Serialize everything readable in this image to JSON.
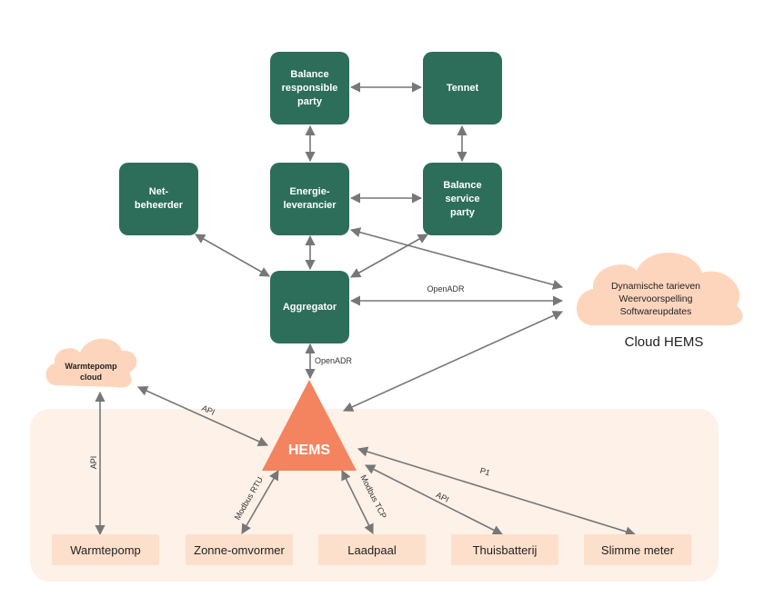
{
  "nodes": {
    "balance_responsible_party": "Balance\nresponsible\nparty",
    "tennet": "Tennet",
    "netbeheerder": "Net-\nbeheerder",
    "energieleverancier": "Energie-\nleverancier",
    "balance_service_party": "Balance\nservice\nparty",
    "aggregator": "Aggregator",
    "hems": "HEMS"
  },
  "cloud_hems": {
    "lines": [
      "Dynamische tarieven",
      "Weervoorspelling",
      "Softwareupdates"
    ],
    "caption": "Cloud HEMS"
  },
  "warmtepomp_cloud": {
    "lines": [
      "Warmtepomp",
      "cloud"
    ]
  },
  "devices": [
    "Warmtepomp",
    "Zonne-omvormer",
    "Laadpaal",
    "Thuisbatterij",
    "Slimme meter"
  ],
  "edge_labels": {
    "openadr_cloud": "OpenADR",
    "openadr_hems": "OpenADR",
    "api_cloud": "API",
    "api_warmtepomp": "API",
    "modbus_rtu": "Modbus RTU",
    "modbus_tcp": "Modbus TCP",
    "api_batterij": "API",
    "p1": "P1"
  },
  "colors": {
    "node": "#2c6e59",
    "hems": "#f4845f",
    "cloud": "#fdd5bd",
    "device": "#fde0cb",
    "zone": "#fdf1e8",
    "arrow": "#777777"
  }
}
